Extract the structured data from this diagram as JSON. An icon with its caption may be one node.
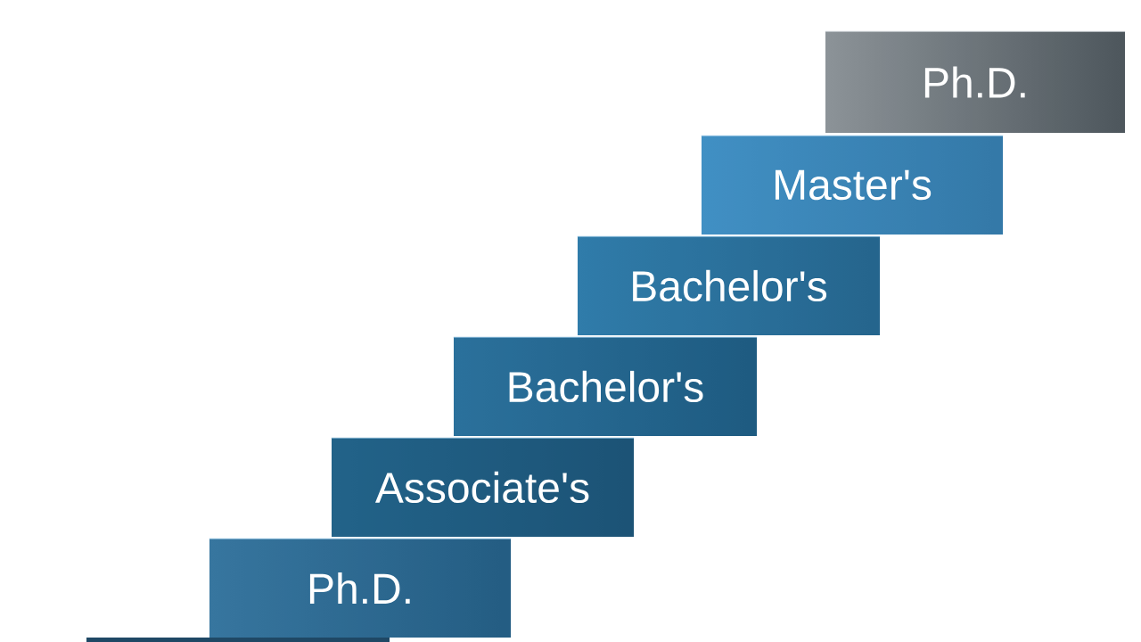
{
  "diagram": {
    "nodes": [
      {
        "text": [
          "Ph.D."
        ]
      },
      {
        "text": [
          "Master's"
        ]
      },
      {
        "text": [
          "Bachelor's"
        ]
      },
      {
        "text": [
          "Bachelor's"
        ]
      },
      {
        "text": [
          "Associate's"
        ]
      },
      {
        "text": [
          "Ph.D."
        ]
      },
      {
        "text": [],
        "shape": "box"
      }
    ]
  }
}
